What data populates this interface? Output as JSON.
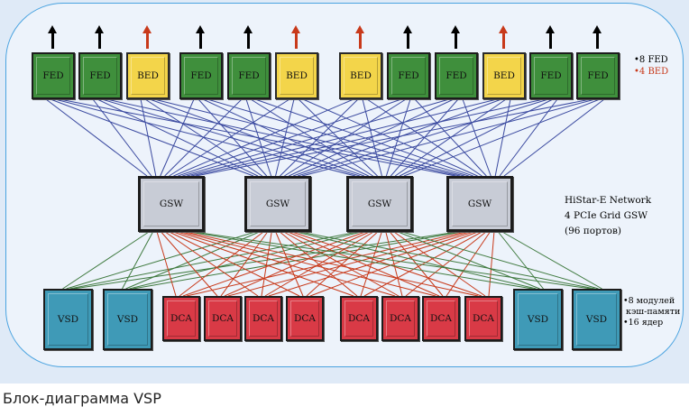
{
  "title": "Блок-диаграмма VSP",
  "colors": {
    "fed": "#3f8f3c",
    "bed": "#f3d54a",
    "gsw": "#c8ccd6",
    "vsd": "#3f9ab7",
    "dca": "#d93a46",
    "fed_arrow": "#000000",
    "bed_arrow": "#c8391a",
    "top_links": "#3b4aa0",
    "dca_links": "#c8391a",
    "vsd_links": "#3f7a3f"
  },
  "top_row": [
    {
      "type": "FED",
      "label": "FED"
    },
    {
      "type": "FED",
      "label": "FED"
    },
    {
      "type": "BED",
      "label": "BED"
    },
    {
      "type": "FED",
      "label": "FED"
    },
    {
      "type": "FED",
      "label": "FED"
    },
    {
      "type": "BED",
      "label": "BED"
    },
    {
      "type": "BED",
      "label": "BED"
    },
    {
      "type": "FED",
      "label": "FED"
    },
    {
      "type": "FED",
      "label": "FED"
    },
    {
      "type": "BED",
      "label": "BED"
    },
    {
      "type": "FED",
      "label": "FED"
    },
    {
      "type": "FED",
      "label": "FED"
    }
  ],
  "top_legend": [
    {
      "text": "•8 FED",
      "color": "#111111"
    },
    {
      "text": "•4 BED",
      "color": "#c8391a"
    }
  ],
  "switches": [
    {
      "label": "GSW"
    },
    {
      "label": "GSW"
    },
    {
      "label": "GSW"
    },
    {
      "label": "GSW"
    }
  ],
  "network_legend": [
    "HiStar-E Network",
    "4 PCIe Grid GSW",
    "(96 портов)"
  ],
  "bottom_row": [
    {
      "type": "VSD",
      "label": "VSD"
    },
    {
      "type": "VSD",
      "label": "VSD"
    },
    {
      "type": "DCA",
      "label": "DCA"
    },
    {
      "type": "DCA",
      "label": "DCA"
    },
    {
      "type": "DCA",
      "label": "DCA"
    },
    {
      "type": "DCA",
      "label": "DCA"
    },
    {
      "type": "DCA",
      "label": "DCA"
    },
    {
      "type": "DCA",
      "label": "DCA"
    },
    {
      "type": "DCA",
      "label": "DCA"
    },
    {
      "type": "DCA",
      "label": "DCA"
    },
    {
      "type": "VSD",
      "label": "VSD"
    },
    {
      "type": "VSD",
      "label": "VSD"
    }
  ],
  "bottom_legend": [
    "•8 модулей",
    " кэш-памяти",
    "•16 ядер"
  ]
}
